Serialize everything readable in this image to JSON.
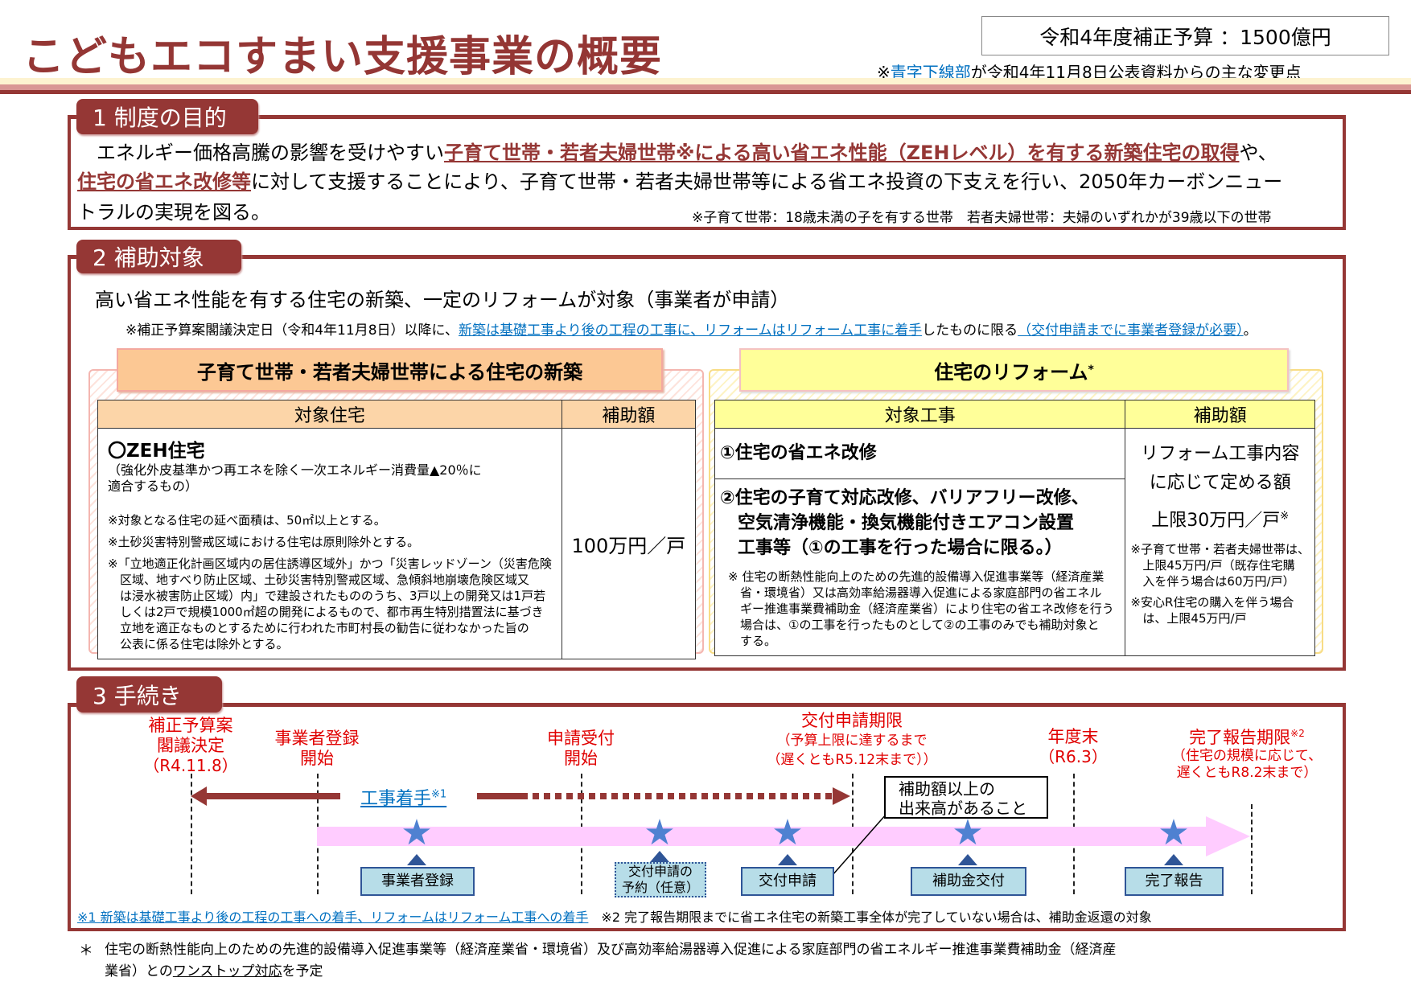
{
  "header": {
    "title": "こどもエコすまい支援事業の概要",
    "budget": "令和4年度補正予算 ：1500億円",
    "change_note_mark": "※",
    "change_note_link": "青字下線部",
    "change_note_rest": "が令和4年11月8日公表資料からの主な変更点"
  },
  "s1": {
    "tab": "1 制度の目的",
    "t1": "エネルギー価格高騰の影響を受けやすい",
    "t2": "子育て世帯・若者夫婦世帯※による高い省エネ性能（ZEHレベル）を有する新築住宅の取得",
    "t3": "や、",
    "t4": "住宅の省エネ改修等",
    "t5": "に対して支援することにより、子育て世帯・若者夫婦世帯等による省エネ投資の下支えを行い、2050年カーボンニュー",
    "t6": "トラルの実現を図る。",
    "note": "※子育て世帯：18歳未満の子を有する世帯　若者夫婦世帯：夫婦のいずれかが39歳以下の世帯"
  },
  "s2": {
    "tab": "2 補助対象",
    "lead": "高い省エネ性能を有する住宅の新築、一定のリフォームが対象（事業者が申請）",
    "n1": "※補正予算案閣議決定日（令和4年11月8日）以降に、",
    "n2": "新築は基礎工事より後の工程の工事に、リフォームはリフォーム工事に着手",
    "n3": "したものに限る",
    "n4": "（交付申請までに事業者登録が必要）",
    "n5": "。",
    "left": {
      "header": "子育て世帯・若者夫婦世帯による住宅の新築",
      "col1": "対象住宅",
      "col2": "補助額",
      "item": "〇ZEH住宅",
      "item_sub": "（強化外皮基準かつ再エネを除く一次エネルギー消費量▲20％に\n適合するもの）",
      "notes": [
        "※対象となる住宅の延べ面積は、50㎡以上とする。",
        "※土砂災害特別警戒区域における住宅は原則除外とする。",
        "※「立地適正化計画区域内の居住誘導区域外」かつ「災害レッドゾーン（災害危険\n　区域、地すべり防止区域、土砂災害特別警戒区域、急傾斜地崩壊危険区域又\n　は浸水被害防止区域）内」で建設されたもののうち、3戸以上の開発又は1戸若\n　しくは2戸で規模1000㎡超の開発によるもので、都市再生特別措置法に基づき\n　立地を適正なものとするために行われた市町村長の勧告に従わなかった旨の\n　公表に係る住宅は除外とする。"
      ],
      "amount": "100万円／戸"
    },
    "right": {
      "header": "住宅のリフォーム",
      "header_mark": "*",
      "col1": "対象工事",
      "col2": "補助額",
      "w1": "①住宅の省エネ改修",
      "w2": "②住宅の子育て対応改修、バリアフリー改修、\n　空気清浄機能・換気機能付きエアコン設置\n　工事等（①の工事を行った場合に限る。）",
      "w_note": "※ 住宅の断熱性能向上のための先進的設備導入促進事業等（経済産業\n　省・環境省）又は高効率給湯器導入促進による家庭部門の省エネル\n　ギー推進事業費補助金（経済産業省）により住宅の省エネ改修を行う\n　場合は、①の工事を行ったものとして②の工事のみでも補助対象と\n　する。",
      "amt1": "リフォーム工事内容\nに応じて定める額",
      "amt2": "上限30万円／戸",
      "amt2_mark": "※",
      "amt_n1": "※子育て世帯・若者夫婦世帯は、\n　上限45万円/戸（既存住宅購\n　入を伴う場合は60万円/戸）",
      "amt_n2": "※安心R住宅の購入を伴う場合\n　は、上限45万円/戸"
    }
  },
  "s3": {
    "tab": "3 手続き",
    "milestones": [
      {
        "label": "補正予算案\n閣議決定",
        "sub": "（R4.11.8）"
      },
      {
        "label": "事業者登録\n開始",
        "sub": ""
      },
      {
        "label": "申請受付\n開始",
        "sub": ""
      },
      {
        "label": "交付申請期限",
        "sub": "（予算上限に達するまで\n（遅くともR5.12末まで））"
      },
      {
        "label": "年度末",
        "sub": "（R6.3）"
      },
      {
        "label": "完了報告期限",
        "label_mark": "※2",
        "sub": "（住宅の規模に応じて、\n遅くともR8.2末まで）"
      }
    ],
    "construction": "工事着手",
    "construction_mark": "※1",
    "callout": "補助額以上の\n出来高があること",
    "steps": [
      "事業者登録",
      "交付申請の\n予約（任意）",
      "交付申請",
      "補助金交付",
      "完了報告"
    ],
    "fn1": "※1  新築は基礎工事より後の工程の工事への着手、リフォームはリフォーム工事への着手",
    "fn2": "※2  完了報告期限までに省エネ住宅の新築工事全体が完了していない場合は、補助金返還の対象"
  },
  "footer": {
    "mark": "＊",
    "t1": "住宅の断熱性能向上のための先進的設備導入促進事業等（経済産業省・環境省）及び高効率給湯器導入促進による家庭部門の省エネルギー推進事業費補助金（経済産",
    "t2": "業省）との",
    "t3": "ワンストップ対応",
    "t4": "を予定"
  },
  "colors": {
    "accent": "#953735",
    "link": "#0070c0",
    "milestone": "#e00000",
    "star": "#4f81d1"
  }
}
